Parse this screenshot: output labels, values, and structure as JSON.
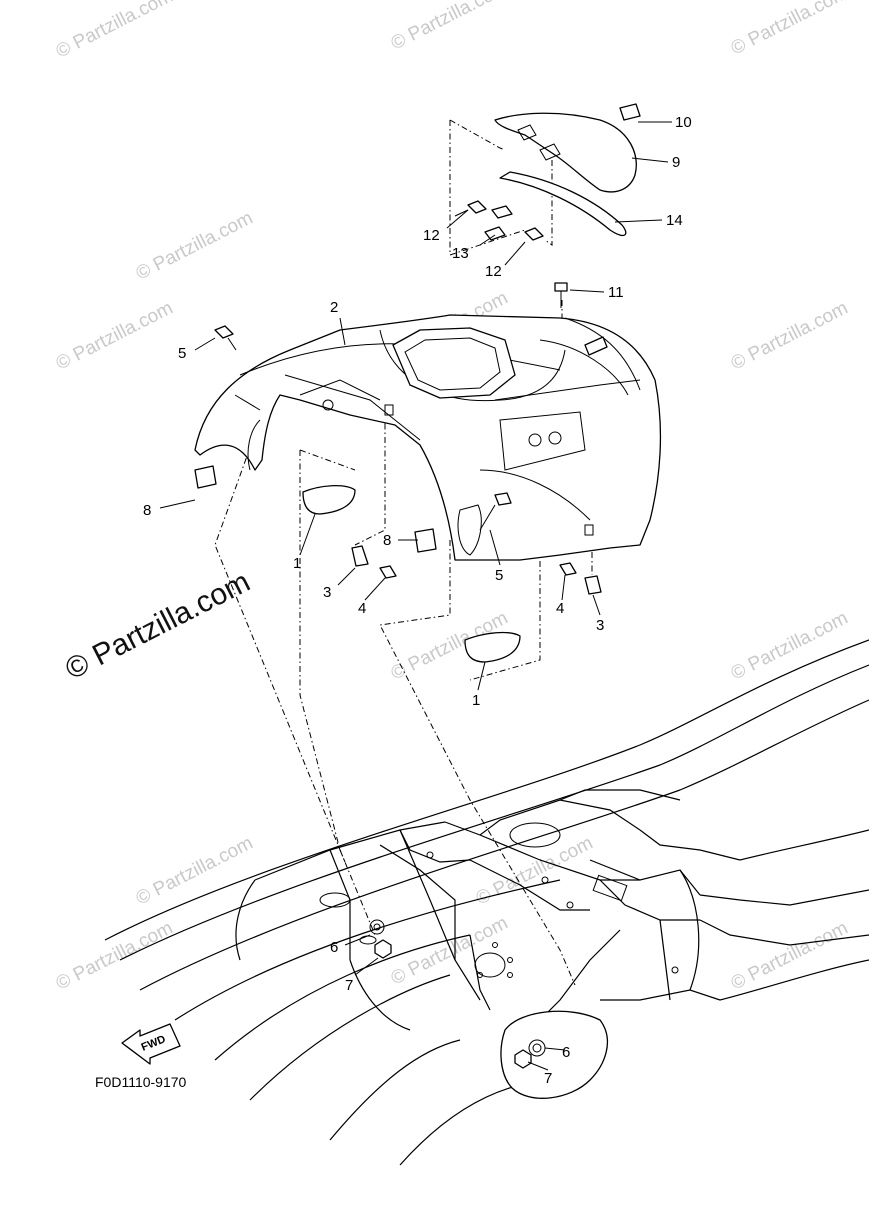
{
  "watermarks": [
    "© Partzilla.com",
    "© Partzilla.com",
    "© Partzilla.com",
    "© Partzilla.com",
    "© Partzilla.com",
    "© Partzilla.com",
    "© Partzilla.com",
    "© Partzilla.com",
    "© Partzilla.com",
    "© Partzilla.com",
    "© Partzilla.com",
    "© Partzilla.com",
    "© Partzilla.com",
    "© Partzilla.com"
  ],
  "watermark_main": "© Partzilla.com",
  "callouts": [
    "10",
    "9",
    "14",
    "12",
    "13",
    "12",
    "11",
    "2",
    "5",
    "8",
    "1",
    "8",
    "5",
    "3",
    "4",
    "4",
    "3",
    "1",
    "6",
    "7",
    "6",
    "7"
  ],
  "fwd_label": "FWD",
  "diagram_code": "F0D1110-9170"
}
